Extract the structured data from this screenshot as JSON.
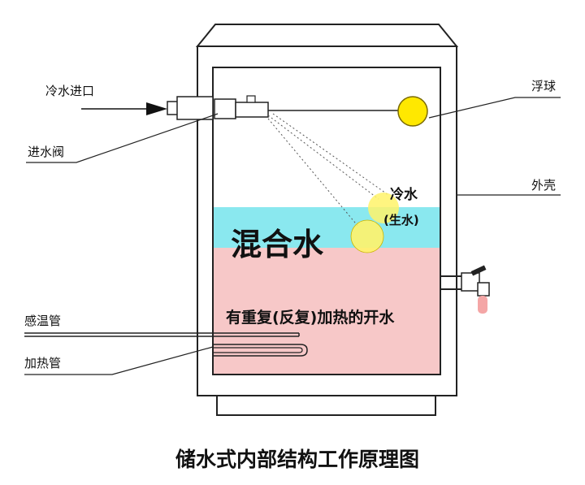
{
  "labels": {
    "cold_inlet": "冷水进口",
    "inlet_valve": "进水阀",
    "float_ball": "浮球",
    "shell": "外壳",
    "cold_water": "冷水",
    "raw_water": "(生水)",
    "mixed_water": "混合水",
    "reheated_water": "有重复(反复)加热的开水",
    "temp_tube": "感温管",
    "heating_tube": "加热管"
  },
  "caption": "储水式内部结构工作原理图",
  "colors": {
    "cold_water": "#8ae8ef",
    "hot_water": "#f7c8c8",
    "float": "#ffe800",
    "float_stroke": "#7a6a00",
    "bubble": "#fff36a",
    "stroke": "#222222",
    "drip": "#f4a6a6"
  },
  "icons": [
    "faucet-icon",
    "arrow-right-icon"
  ]
}
